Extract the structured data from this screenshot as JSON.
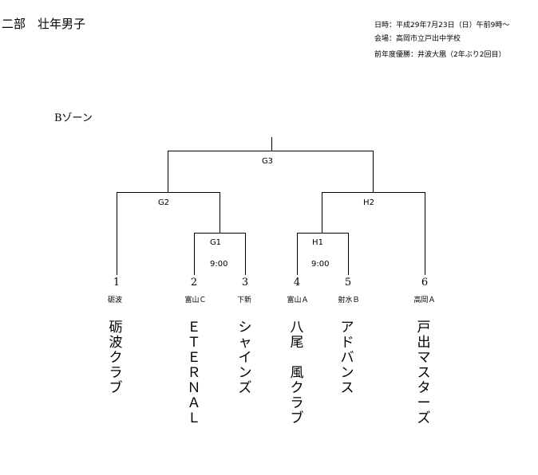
{
  "title": "二部　壮年男子",
  "info": {
    "datetime": "日時：平成29年7月23日（日）午前9時～",
    "venue": "会場：高岡市立戸出中学校",
    "previous": "前年度優勝：井波大凰（2年ぶり2回目）"
  },
  "zone": "Bゾーン",
  "games": {
    "g3": "G3",
    "g2": "G2",
    "h2": "H2",
    "g1": "G1",
    "g1_time": "9:00",
    "h1": "H1",
    "h1_time": "9:00"
  },
  "teams": [
    {
      "num": "1",
      "short": "砺波",
      "name": "砺波クラブ"
    },
    {
      "num": "2",
      "short": "富山Ｃ",
      "name": "ＥＴＥＲＮＡＬ"
    },
    {
      "num": "3",
      "short": "下新",
      "name": "シャインズ"
    },
    {
      "num": "4",
      "short": "富山Ａ",
      "name": "八尾　風クラブ"
    },
    {
      "num": "5",
      "short": "射水Ｂ",
      "name": "アドバンス"
    },
    {
      "num": "6",
      "short": "高岡Ａ",
      "name": "戸出マスターズ"
    }
  ]
}
